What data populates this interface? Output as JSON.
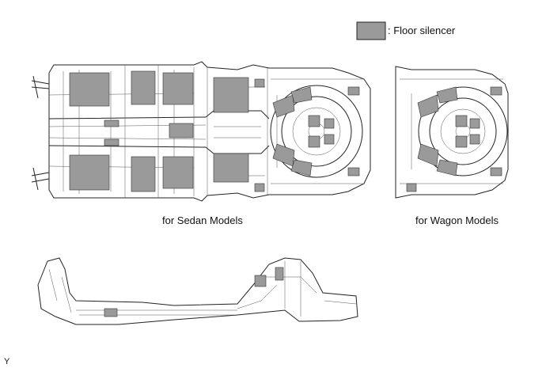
{
  "legend": {
    "label": ": Floor silencer",
    "swatch_color": "#9a9a9a"
  },
  "captions": {
    "sedan": "for Sedan Models",
    "wagon": "for Wagon Models"
  },
  "figure_code": "Y",
  "colors": {
    "line": "#222222",
    "silencer_fill": "#9a9a9a"
  }
}
